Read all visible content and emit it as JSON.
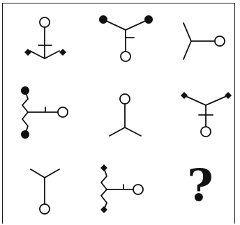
{
  "puzzle": {
    "cells": [
      {
        "id": "c1",
        "icon": "ring-top-fork-bottom-diamonds"
      },
      {
        "id": "c2",
        "icon": "ring-bottom-fork-top-dots"
      },
      {
        "id": "c3",
        "icon": "ring-right-fork-left"
      },
      {
        "id": "c4",
        "icon": "ring-right-zigzag-left-dots"
      },
      {
        "id": "c5",
        "icon": "ring-top-fork-bottom"
      },
      {
        "id": "c6",
        "icon": "ring-bottom-fork-top-diamonds"
      },
      {
        "id": "c7",
        "icon": "ring-bottom-fork-top"
      },
      {
        "id": "c8",
        "icon": "ring-right-zigzag-left-diamonds"
      },
      {
        "id": "c9",
        "icon": "question-mark"
      }
    ],
    "missing_symbol": "?"
  }
}
